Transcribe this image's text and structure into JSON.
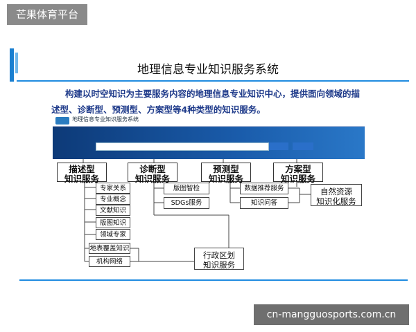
{
  "watermarks": {
    "top_left": "芒果体育平台",
    "bottom_right": "cn-mangguosports.com.cn"
  },
  "slide": {
    "title": "地理信息专业知识服务系统",
    "description_line1": "构建以时空知识为主要服务内容的地理信息专业知识中心，提供面向领域的描",
    "description_line2": "述型、诊断型、预测型、方案型等4种类型的知识服务。"
  },
  "screenshot": {
    "title": "地理信息专业知识服务系统"
  },
  "diagram": {
    "categories": [
      {
        "line1": "描述型",
        "line2": "知识服务"
      },
      {
        "line1": "诊断型",
        "line2": "知识服务"
      },
      {
        "line1": "预测型",
        "line2": "知识服务"
      },
      {
        "line1": "方案型",
        "line2": "知识服务"
      }
    ],
    "describe_items": [
      "专家关系",
      "专业概念",
      "文献知识",
      "版图知识",
      "领域专家",
      "地表覆盖知识",
      "机构网络"
    ],
    "diagnose_items": [
      "版图智检",
      "SDGs服务"
    ],
    "predict_items": [
      "数据推荐服务",
      "知识问答"
    ],
    "resource": {
      "line1": "自然资源",
      "line2": "知识化服务"
    },
    "admin": {
      "line1": "行政区划",
      "line2": "知识服务"
    }
  },
  "colors": {
    "accent_blue": "#1f8be0",
    "text_navy": "#1e3a8a",
    "banner_blue": "#1a5cab"
  }
}
